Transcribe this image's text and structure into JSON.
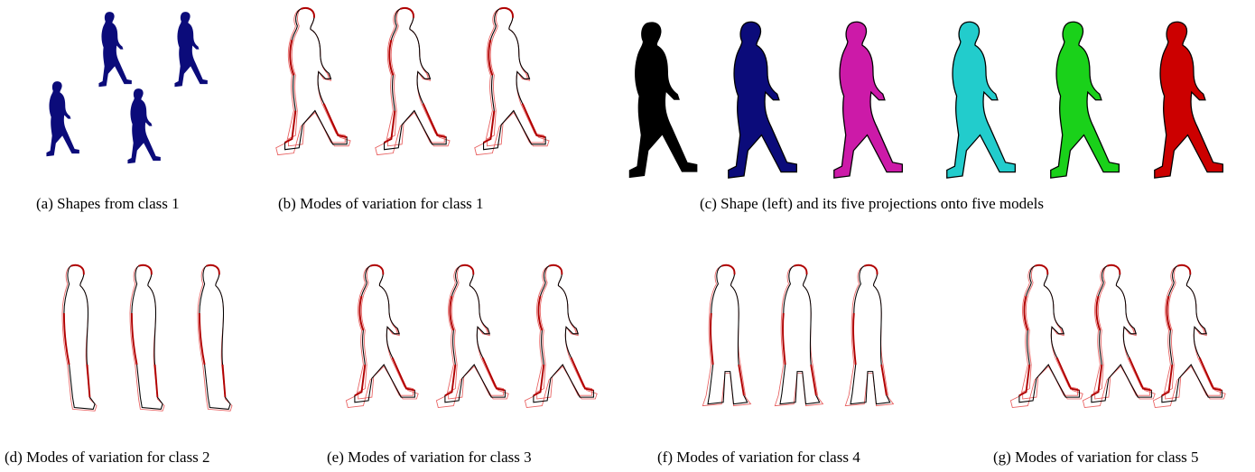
{
  "figure": {
    "colors": {
      "navy": "#0b0b7a",
      "black": "#000000",
      "magenta": "#cc1aa8",
      "cyan": "#22cccc",
      "green": "#1ad11a",
      "red": "#cc0000",
      "mode_line": "#e86060",
      "mode_mean": "#000000"
    },
    "panels": [
      {
        "id": "a",
        "caption": "(a) Shapes from class 1",
        "content": "filled silhouettes",
        "color": "navy",
        "count": 4
      },
      {
        "id": "b",
        "caption": "(b) Modes of variation for class 1",
        "content": "contour modes",
        "count": 3
      },
      {
        "id": "c",
        "caption": "(c) Shape (left) and its five projections onto five models",
        "content": "filled silhouettes",
        "fills": [
          "black",
          "navy",
          "magenta",
          "cyan",
          "green",
          "red"
        ]
      },
      {
        "id": "d",
        "caption": "(d) Modes of variation for class 2",
        "content": "contour modes",
        "count": 3
      },
      {
        "id": "e",
        "caption": "(e) Modes of variation for class 3",
        "content": "contour modes",
        "count": 3
      },
      {
        "id": "f",
        "caption": "(f) Modes of variation for class 4",
        "content": "contour modes",
        "count": 3
      },
      {
        "id": "g",
        "caption": "(g) Modes of variation for class 5",
        "content": "contour modes",
        "count": 3
      }
    ]
  }
}
